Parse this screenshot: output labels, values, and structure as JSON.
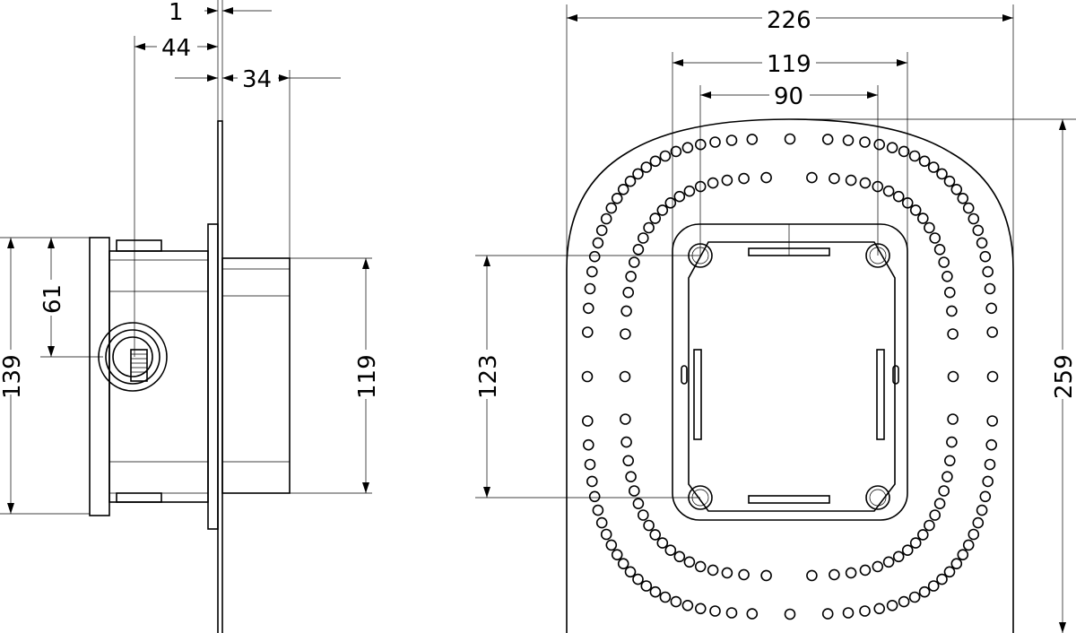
{
  "dimensions": {
    "plate_thickness": "1",
    "depth_behind": "44",
    "depth_front": "34",
    "overall_width": "226",
    "frame_width": "119",
    "screw_spacing_h": "90",
    "side_offset": "61",
    "side_height": "139",
    "body_height": "119",
    "screw_spacing_v": "123",
    "overall_height": "259"
  },
  "colors": {
    "line": "#000000",
    "background": "#ffffff"
  }
}
